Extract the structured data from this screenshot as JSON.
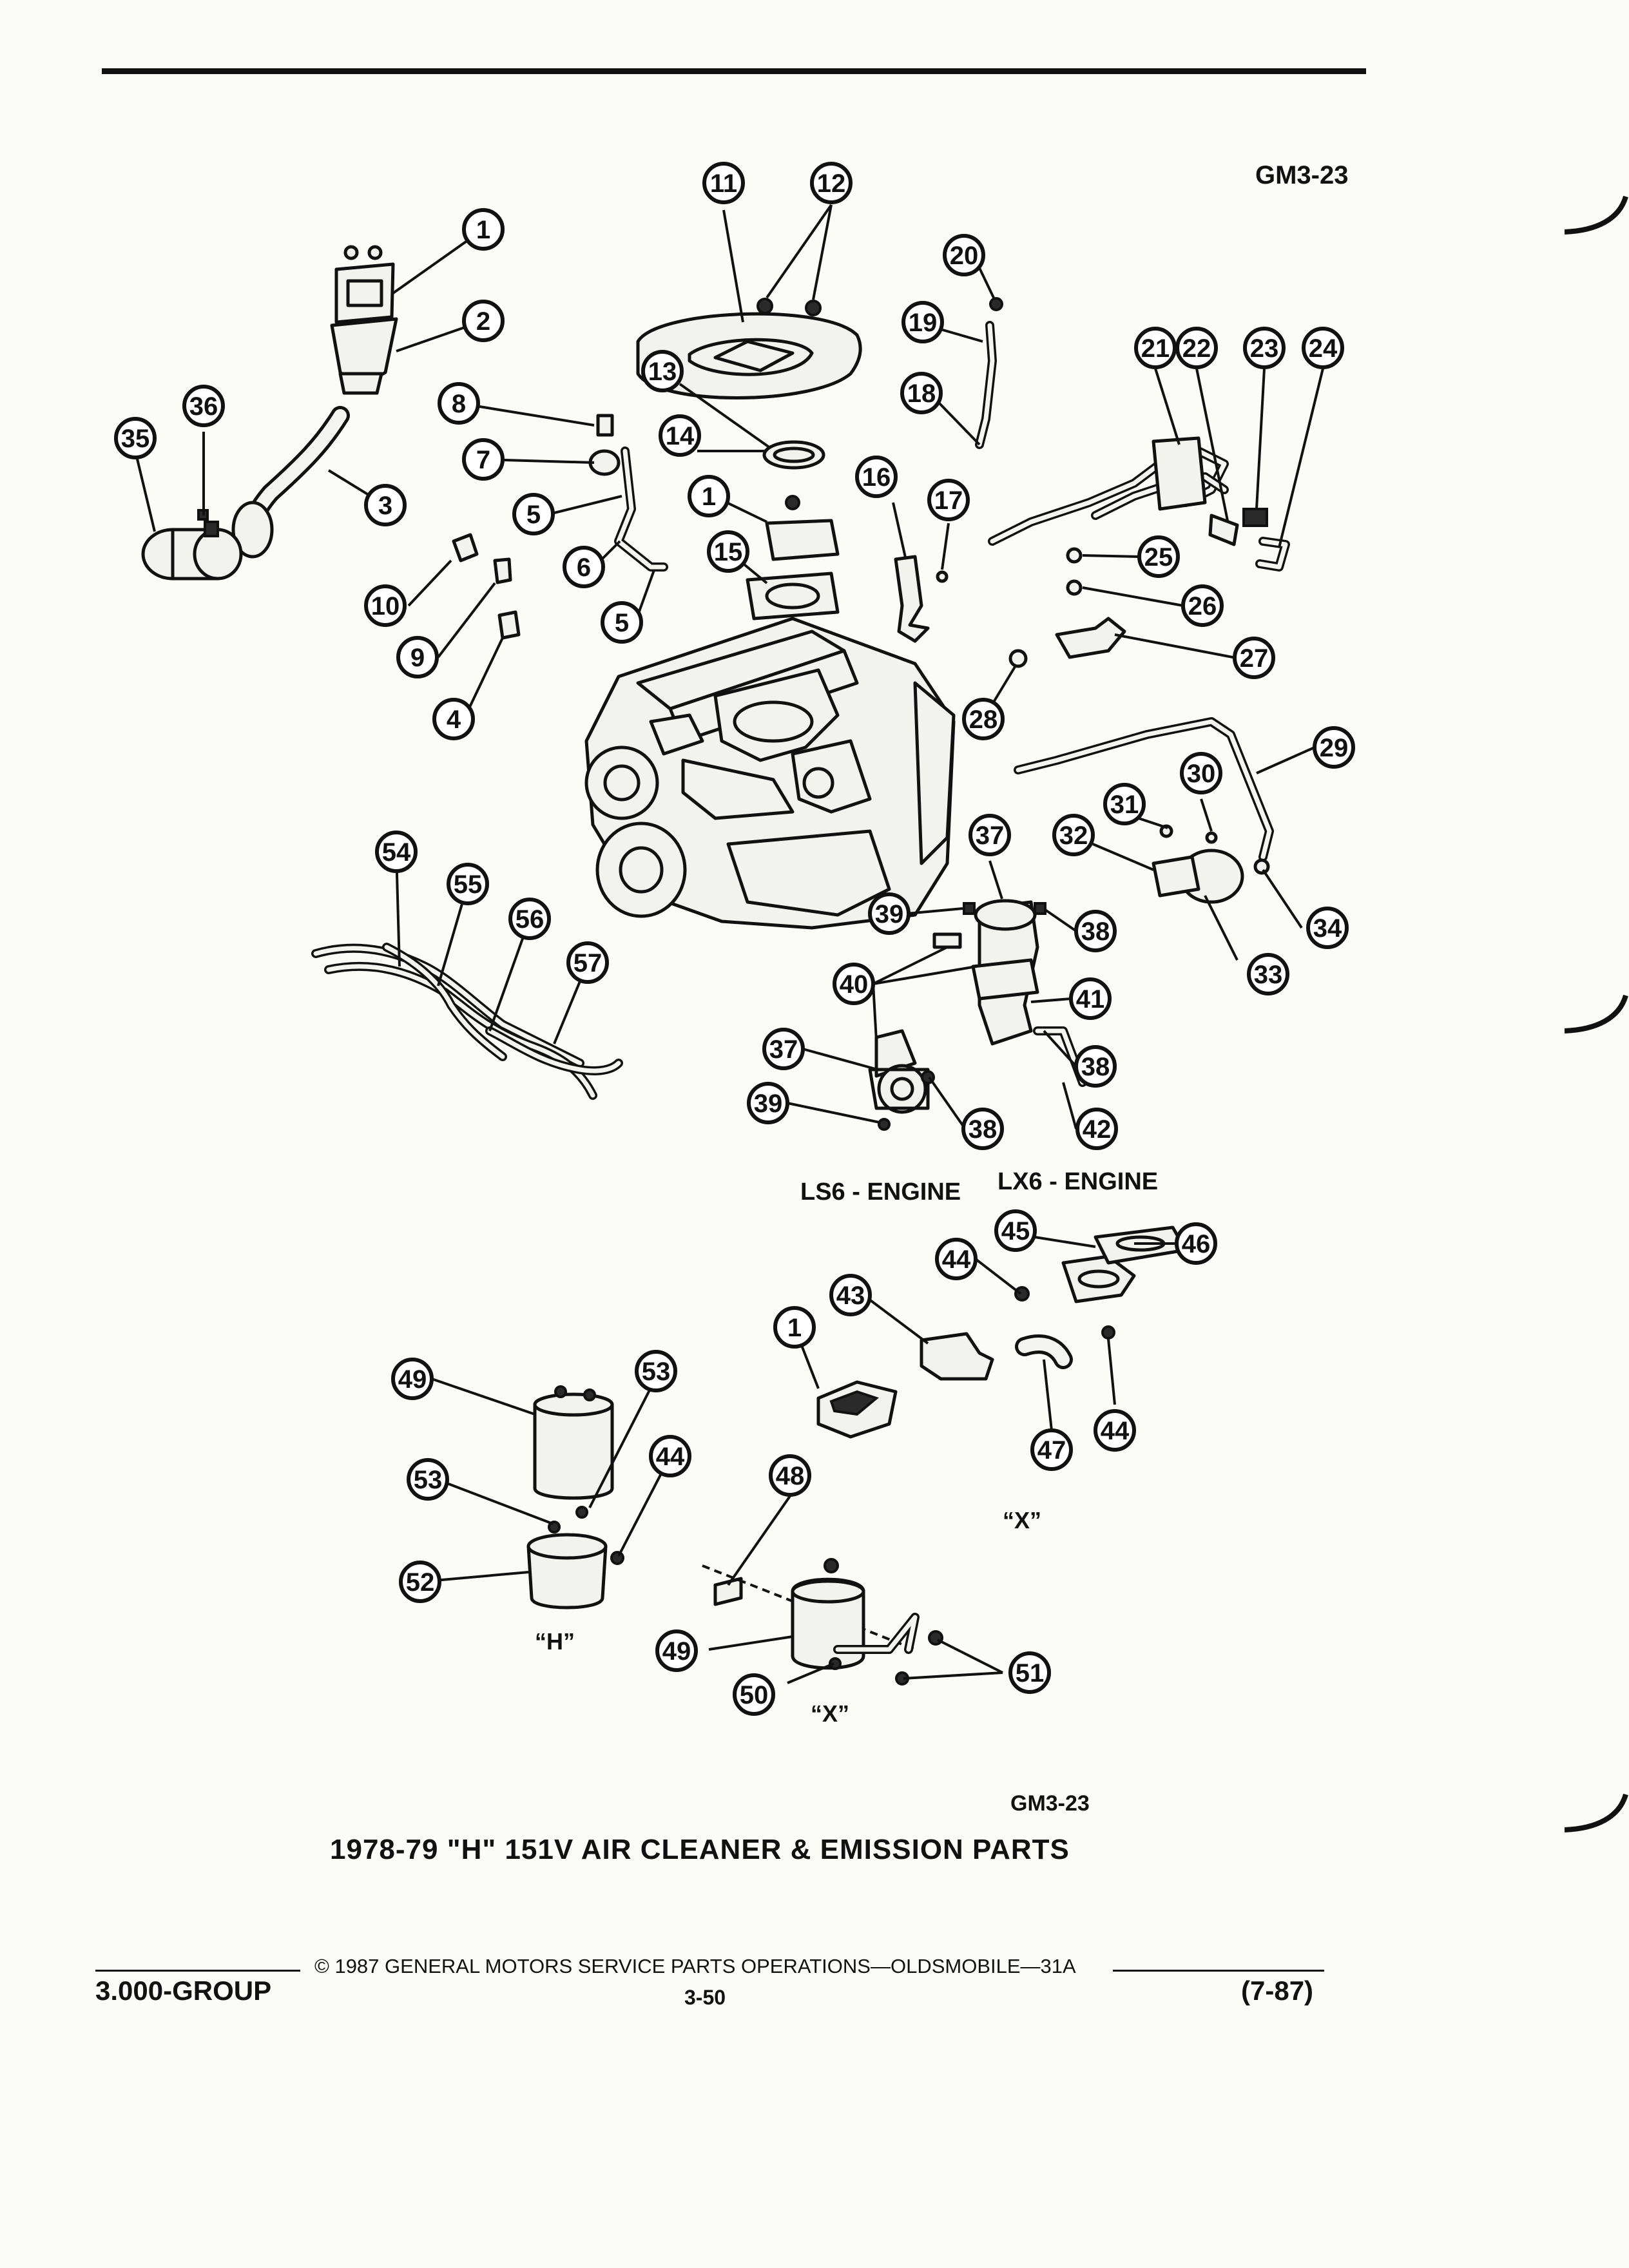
{
  "header": {
    "doc_code": "GM3-23"
  },
  "callouts": [
    {
      "id": "c1a",
      "n": "1"
    },
    {
      "id": "c2",
      "n": "2"
    },
    {
      "id": "c3",
      "n": "3"
    },
    {
      "id": "c35",
      "n": "35"
    },
    {
      "id": "c36",
      "n": "36"
    },
    {
      "id": "c8",
      "n": "8"
    },
    {
      "id": "c7",
      "n": "7"
    },
    {
      "id": "c5a",
      "n": "5"
    },
    {
      "id": "c6",
      "n": "6"
    },
    {
      "id": "c5b",
      "n": "5"
    },
    {
      "id": "c10",
      "n": "10"
    },
    {
      "id": "c9",
      "n": "9"
    },
    {
      "id": "c4",
      "n": "4"
    },
    {
      "id": "c11",
      "n": "11"
    },
    {
      "id": "c12",
      "n": "12"
    },
    {
      "id": "c13",
      "n": "13"
    },
    {
      "id": "c14",
      "n": "14"
    },
    {
      "id": "c1b",
      "n": "1"
    },
    {
      "id": "c15",
      "n": "15"
    },
    {
      "id": "c20",
      "n": "20"
    },
    {
      "id": "c19",
      "n": "19"
    },
    {
      "id": "c18",
      "n": "18"
    },
    {
      "id": "c16",
      "n": "16"
    },
    {
      "id": "c17",
      "n": "17"
    },
    {
      "id": "c21",
      "n": "21"
    },
    {
      "id": "c22",
      "n": "22"
    },
    {
      "id": "c23",
      "n": "23"
    },
    {
      "id": "c24",
      "n": "24"
    },
    {
      "id": "c25",
      "n": "25"
    },
    {
      "id": "c26",
      "n": "26"
    },
    {
      "id": "c27",
      "n": "27"
    },
    {
      "id": "c28",
      "n": "28"
    },
    {
      "id": "c29",
      "n": "29"
    },
    {
      "id": "c30",
      "n": "30"
    },
    {
      "id": "c31",
      "n": "31"
    },
    {
      "id": "c32",
      "n": "32"
    },
    {
      "id": "c33",
      "n": "33"
    },
    {
      "id": "c34",
      "n": "34"
    },
    {
      "id": "c37a",
      "n": "37"
    },
    {
      "id": "c39a",
      "n": "39"
    },
    {
      "id": "c38a",
      "n": "38"
    },
    {
      "id": "c40",
      "n": "40"
    },
    {
      "id": "c41",
      "n": "41"
    },
    {
      "id": "c38b",
      "n": "38"
    },
    {
      "id": "c42",
      "n": "42"
    },
    {
      "id": "c37b",
      "n": "37"
    },
    {
      "id": "c39b",
      "n": "39"
    },
    {
      "id": "c38c",
      "n": "38"
    },
    {
      "id": "c54",
      "n": "54"
    },
    {
      "id": "c55",
      "n": "55"
    },
    {
      "id": "c56",
      "n": "56"
    },
    {
      "id": "c57",
      "n": "57"
    },
    {
      "id": "c45",
      "n": "45"
    },
    {
      "id": "c46",
      "n": "46"
    },
    {
      "id": "c44a",
      "n": "44"
    },
    {
      "id": "c43",
      "n": "43"
    },
    {
      "id": "c1c",
      "n": "1"
    },
    {
      "id": "c47",
      "n": "47"
    },
    {
      "id": "c44b",
      "n": "44"
    },
    {
      "id": "c49a",
      "n": "49"
    },
    {
      "id": "c53a",
      "n": "53"
    },
    {
      "id": "c53b",
      "n": "53"
    },
    {
      "id": "c44c",
      "n": "44"
    },
    {
      "id": "c52",
      "n": "52"
    },
    {
      "id": "c48",
      "n": "48"
    },
    {
      "id": "c49b",
      "n": "49"
    },
    {
      "id": "c50",
      "n": "50"
    },
    {
      "id": "c51",
      "n": "51"
    }
  ],
  "labels": {
    "ls6": "LS6 - ENGINE",
    "lx6": "LX6 - ENGINE",
    "x_top": "“X”",
    "h": "“H”",
    "x_bottom": "“X”"
  },
  "doc_code_bottom": "GM3-23",
  "title": "1978-79 \"H\" 151V AIR CLEANER & EMISSION PARTS",
  "footer": {
    "copyright": "© 1987 GENERAL MOTORS SERVICE PARTS OPERATIONS—OLDSMOBILE—31A",
    "group": "3.000-GROUP",
    "page": "3-50",
    "date": "(7-87)"
  }
}
